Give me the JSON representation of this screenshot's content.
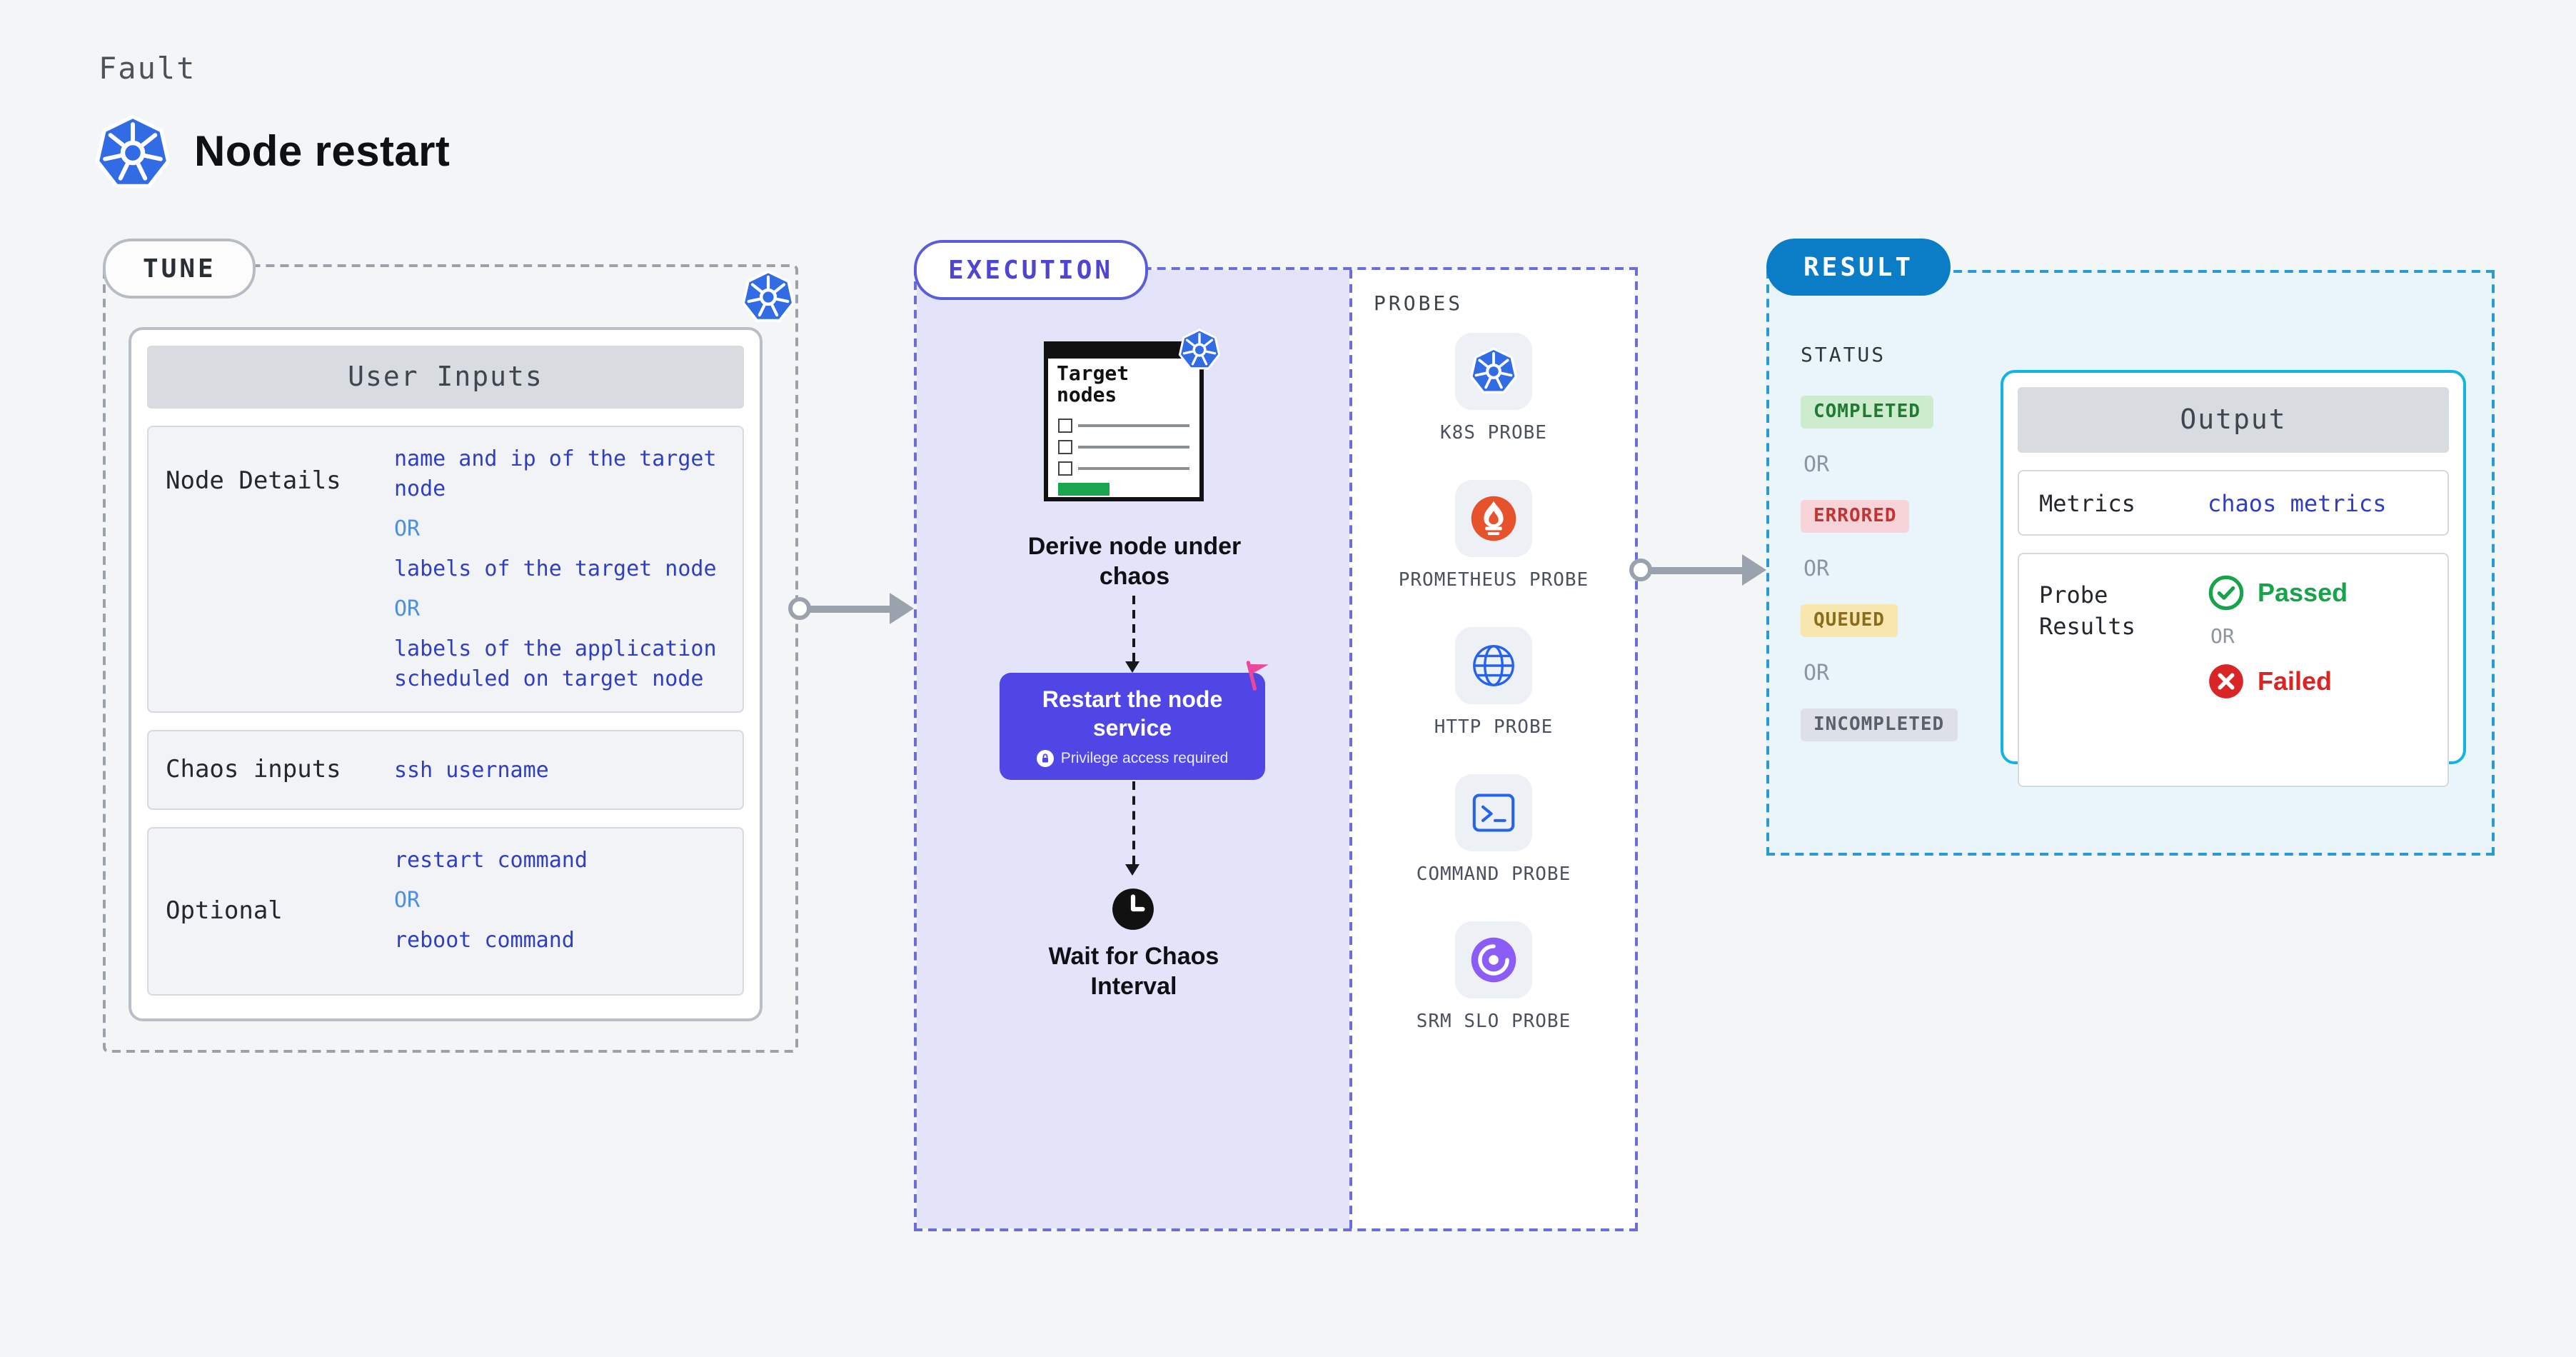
{
  "header": {
    "eyebrow": "Fault",
    "title": "Node restart",
    "logo_icon": "kubernetes-icon"
  },
  "tune": {
    "pill": "TUNE",
    "badge_icon": "kubernetes-icon",
    "table": {
      "header": "User Inputs",
      "rows": [
        {
          "label": "Node Details",
          "lines": [
            "name and ip of the target node",
            "OR",
            "labels of the target node",
            "OR",
            "labels of the application scheduled on target node"
          ]
        },
        {
          "label": "Chaos inputs",
          "lines": [
            "ssh username"
          ]
        },
        {
          "label": "Optional",
          "lines": [
            "restart command",
            "OR",
            "reboot command"
          ]
        }
      ]
    }
  },
  "execution": {
    "pill": "EXECUTION",
    "target_card": {
      "title": "Target nodes",
      "badge_icon": "kubernetes-icon"
    },
    "derive_caption": "Derive node under chaos",
    "action": {
      "label": "Restart the node service",
      "note": "Privilege access required",
      "note_icon": "lock-icon",
      "flag_icon": "flag-icon"
    },
    "wait_icon": "clock-icon",
    "wait_caption": "Wait for Chaos Interval",
    "probes": {
      "heading": "PROBES",
      "items": [
        {
          "label": "K8S PROBE",
          "icon": "kubernetes-icon"
        },
        {
          "label": "PROMETHEUS PROBE",
          "icon": "prometheus-flame-icon"
        },
        {
          "label": "HTTP PROBE",
          "icon": "globe-icon"
        },
        {
          "label": "COMMAND PROBE",
          "icon": "terminal-icon"
        },
        {
          "label": "SRM SLO PROBE",
          "icon": "srm-slo-icon"
        }
      ]
    }
  },
  "result": {
    "pill": "RESULT",
    "status_heading": "STATUS",
    "or_label": "OR",
    "statuses": [
      {
        "label": "COMPLETED",
        "kind": "completed"
      },
      {
        "label": "ERRORED",
        "kind": "errored"
      },
      {
        "label": "QUEUED",
        "kind": "queued"
      },
      {
        "label": "INCOMPLETED",
        "kind": "incompleted"
      }
    ],
    "output": {
      "header": "Output",
      "metrics_label": "Metrics",
      "metrics_value": "chaos metrics",
      "probe_results_label": "Probe Results",
      "passed_label": "Passed",
      "or_label": "OR",
      "failed_label": "Failed"
    }
  },
  "colors": {
    "accent_purple": "#4f46e5",
    "execution_border": "#6a6fd8",
    "execution_bg": "#e3e3fa",
    "result_pill_blue": "#0b7dc6",
    "result_bg": "#e9f4fb",
    "output_border": "#12b5e0",
    "completed_bg": "#cdeccd",
    "completed_text": "#1e7b31",
    "errored_bg": "#f7d4d7",
    "errored_text": "#c23333",
    "queued_bg": "#f7e6ad",
    "queued_text": "#8a6d1a",
    "incompleted_bg": "#dde1e7",
    "incompleted_text": "#57606c",
    "passed_green": "#16a34a",
    "failed_red": "#d92525",
    "code_blue": "#2f3fc2",
    "or_blue": "#4e8fe3",
    "k8s_blue": "#326ce5",
    "prometheus_orange": "#e6522c",
    "flag_pink": "#ec4899",
    "arrow_gray": "#9aa3ad"
  }
}
